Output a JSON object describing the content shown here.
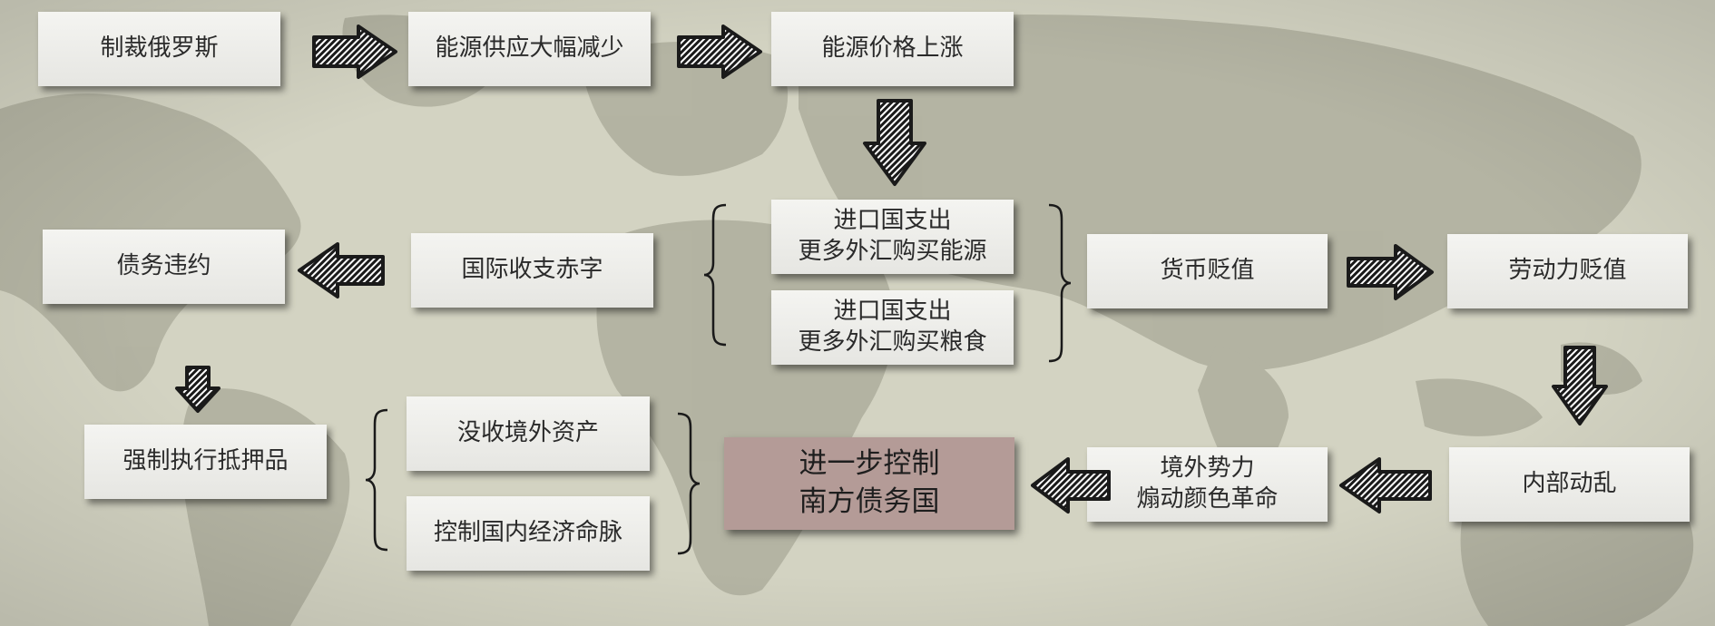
{
  "diagram": {
    "nodes": {
      "sanction": "制裁俄罗斯",
      "energy_supply": "能源供应大幅减少",
      "energy_price": "能源价格上涨",
      "import_energy": [
        "进口国支出",
        "更多外汇购买能源"
      ],
      "import_food": [
        "进口国支出",
        "更多外汇购买粮食"
      ],
      "currency": "货币贬值",
      "labor": "劳动力贬值",
      "unrest": "内部动乱",
      "foreign": [
        "境外势力",
        "煽动颜色革命"
      ],
      "control": [
        "进一步控制",
        "南方债务国"
      ],
      "deficit": "国际收支赤字",
      "default": "债务违约",
      "collateral": "强制执行抵押品",
      "confiscate": "没收境外资产",
      "lifeline": "控制国内经济命脉"
    },
    "colors": {
      "background": "#d3d3c2",
      "land": "#a9a998",
      "box": "#eeeeea",
      "final_box": "#b49b97",
      "arrow": "#1a1a1a"
    },
    "icons": {
      "arrow": "hatched-arrow-icon",
      "brace": "curly-brace-icon"
    }
  }
}
